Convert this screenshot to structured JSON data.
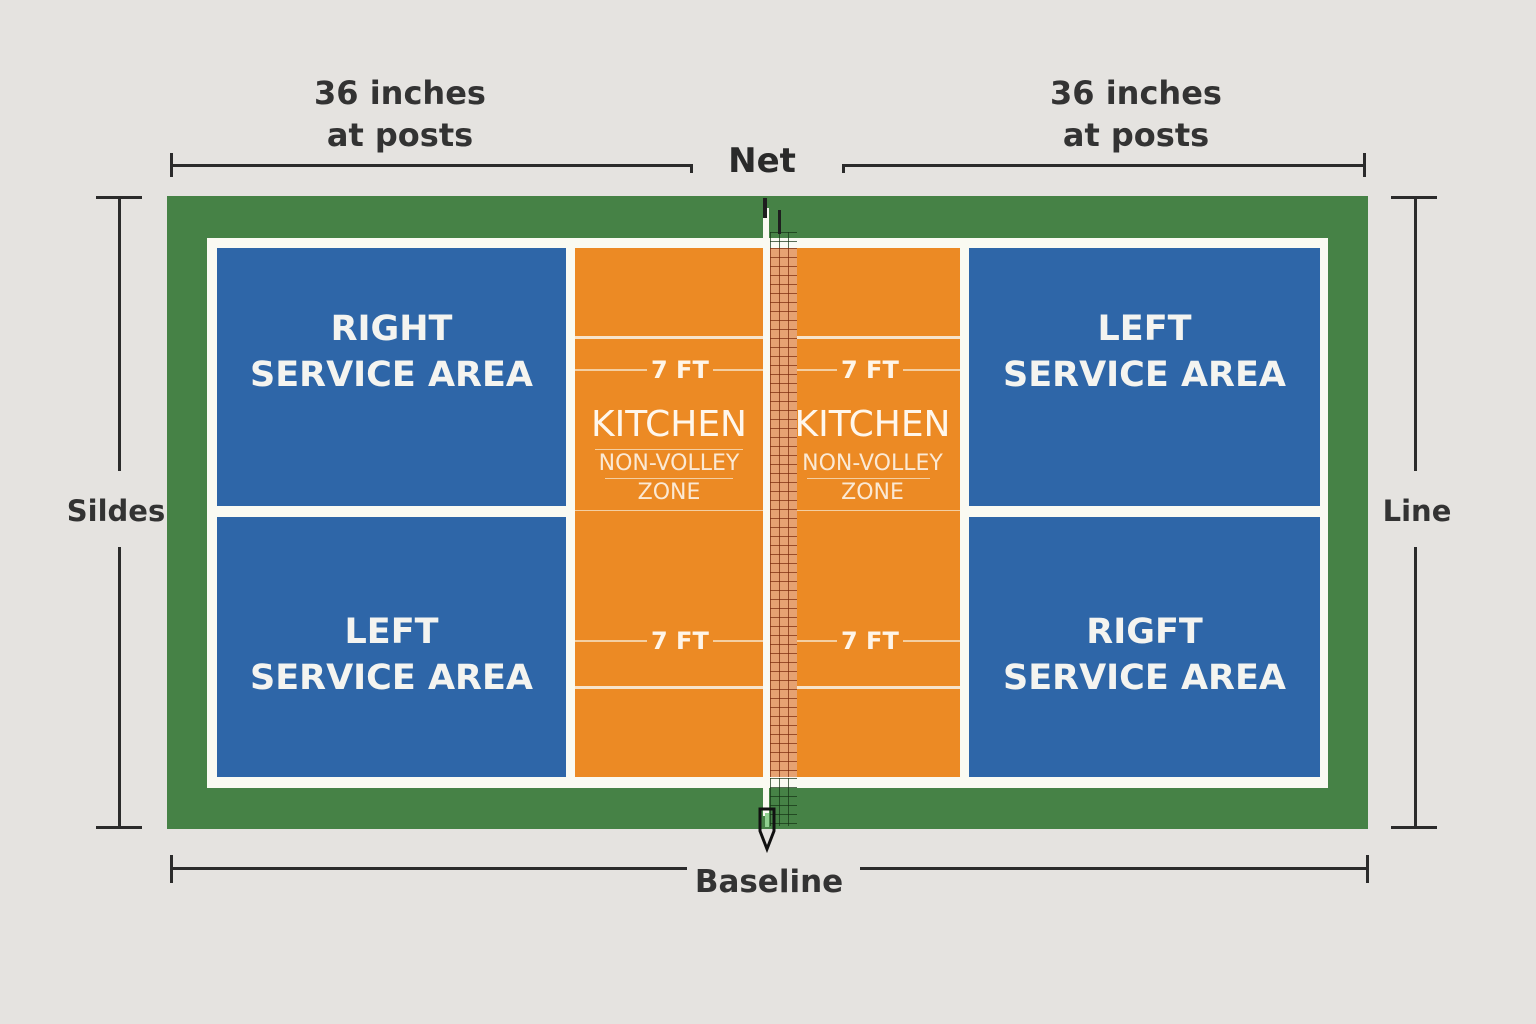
{
  "diagram": {
    "title": "Pickleball court layout",
    "colors": {
      "background": "#e5e3e0",
      "surround": "#468246",
      "lines": "#fafaf2",
      "service_area": "#2e66a8",
      "kitchen": "#ec8a24",
      "net": "#d65a0a",
      "dimension_lines": "#2b2b2b"
    },
    "dimensions": {
      "top_left": {
        "line1": "36 inches",
        "line2": "at posts"
      },
      "top_right": {
        "line1": "36 inches",
        "line2": "at posts"
      },
      "net_label": "Net",
      "left_label": "Sildes",
      "right_label": "Line",
      "bottom_label": "Baseline"
    },
    "service_areas": [
      {
        "id": "top-left",
        "line1": "RIGHT",
        "line2": "SERVICE AREA"
      },
      {
        "id": "bottom-left",
        "line1": "LEFT",
        "line2": "SERVICE AREA"
      },
      {
        "id": "top-right",
        "line1": "LEFT",
        "line2": "SERVICE AREA"
      },
      {
        "id": "bottom-right",
        "line1": "RIGFT",
        "line2": "SERVICE AREA"
      }
    ],
    "kitchens": [
      {
        "side": "left",
        "top_measure": "7 FT",
        "bottom_measure": "7 FT",
        "title": "KITCHEN",
        "sub1": "NON-VOLLEY",
        "sub2": "ZONE"
      },
      {
        "side": "right",
        "top_measure": "7 FT",
        "bottom_measure": "7 FT",
        "title": "KITCHEN",
        "sub1": "NON-VOLLEY",
        "sub2": "ZONE"
      }
    ],
    "icons": {
      "net_post_top": "net-post",
      "net_post_bottom": "net-post"
    }
  }
}
